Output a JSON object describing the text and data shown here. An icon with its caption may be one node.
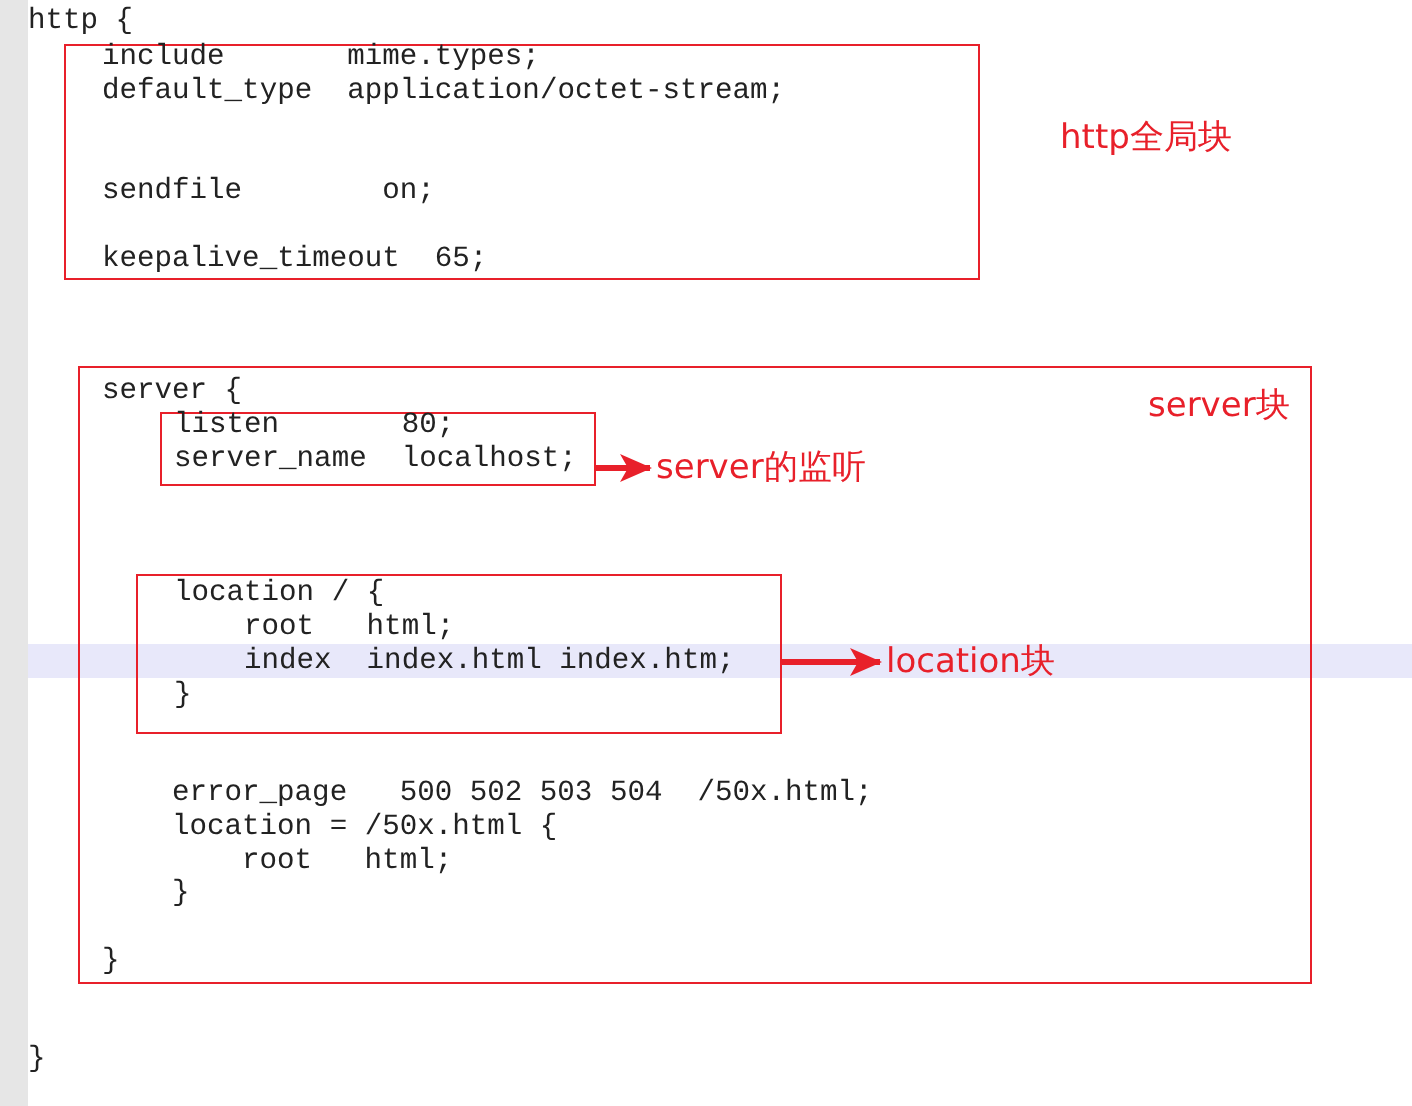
{
  "diagram": {
    "nodes": [
      {
        "text": [
          "include       mime.types;",
          "default_type  application/octet-stream;",
          "sendfile        on;",
          "keepalive_timeout  65;"
        ]
      },
      {
        "text": [
          "server块",
          "server {",
          "error_page   500 502 503 504  /50x.html;",
          "location = /50x.html {",
          "root   html;",
          "}",
          "}"
        ]
      },
      {
        "text": [
          "listen       80;",
          "server_name  localhost;"
        ],
        "in": 1
      },
      {
        "text": [
          "server的监听"
        ],
        "in": 1
      },
      {
        "text": [
          "location / {",
          "root   html;",
          "index  index.html index.htm;",
          "}"
        ],
        "in": 1
      },
      {
        "text": [
          "location块"
        ],
        "in": 1
      }
    ],
    "edges": [
      {
        "from": 2,
        "to": 3,
        "arrow": "to"
      },
      {
        "from": 4,
        "to": 5,
        "arrow": "to"
      }
    ],
    "labels": [
      "http {",
      "http全局块",
      "}"
    ]
  }
}
